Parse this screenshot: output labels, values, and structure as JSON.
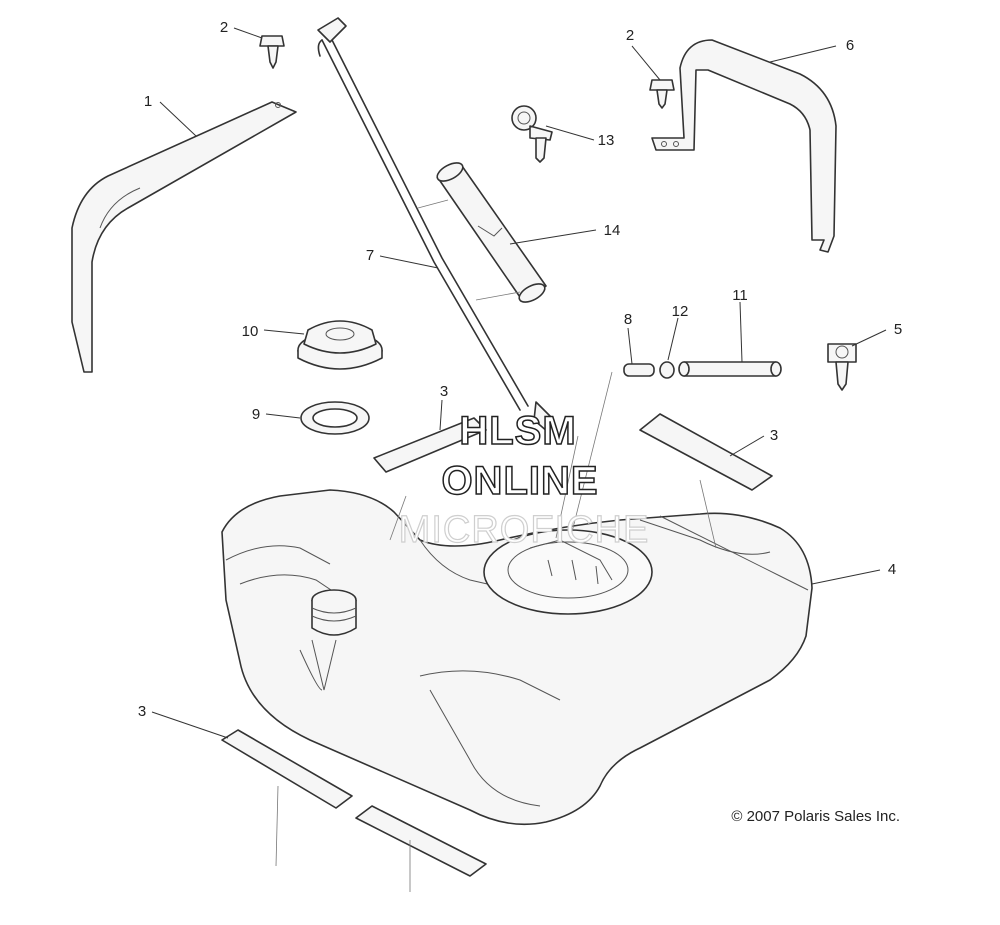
{
  "callouts": {
    "c1": "1",
    "c2a": "2",
    "c2b": "2",
    "c3a": "3",
    "c3b": "3",
    "c3c": "3",
    "c4": "4",
    "c5": "5",
    "c6": "6",
    "c7": "7",
    "c8": "8",
    "c9": "9",
    "c10": "10",
    "c11": "11",
    "c12": "12",
    "c13": "13",
    "c14": "14"
  },
  "watermark": {
    "line1": "HLSM",
    "line2": "ONLINE",
    "line3": "MICROFICHE"
  },
  "copyright": "© 2007 Polaris Sales Inc."
}
